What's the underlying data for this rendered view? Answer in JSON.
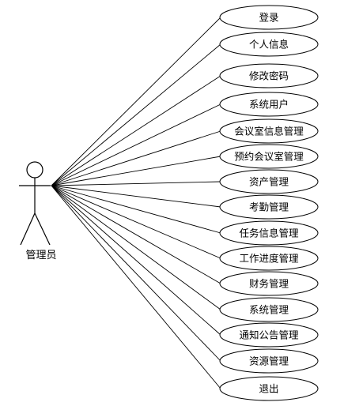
{
  "actor": {
    "label": "管理员"
  },
  "use_cases": [
    "登录",
    "个人信息",
    "修改密码",
    "系统用户",
    "会议室信息管理",
    "预约会议室管理",
    "资产管理",
    "考勤管理",
    "任务信息管理",
    "工作进度管理",
    "财务管理",
    "系统管理",
    "通知公告管理",
    "资源管理",
    "退出"
  ]
}
